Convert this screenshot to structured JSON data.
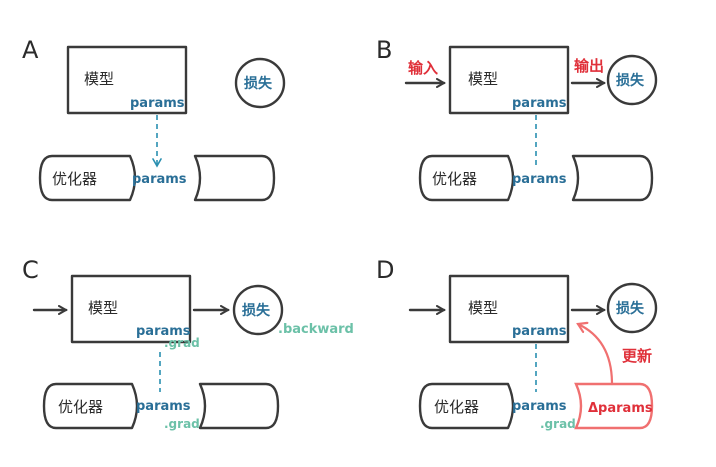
{
  "colors": {
    "ink": "#3a3a3a",
    "params_blue": "#2a6f97",
    "grad_teal": "#6cc1a8",
    "highlight_red": "#e0303a",
    "dashed_line": "#2a8fb0"
  },
  "panels": [
    {
      "letter": "A",
      "model": "模型",
      "params": "params",
      "loss": "损失",
      "optimizer": "优化器",
      "opt_params": "params"
    },
    {
      "letter": "B",
      "model": "模型",
      "params": "params",
      "loss": "损失",
      "optimizer": "优化器",
      "opt_params": "params",
      "input": "输入",
      "output": "输出"
    },
    {
      "letter": "C",
      "model": "模型",
      "params": "params",
      "grad_top": ".grad",
      "loss": "损失",
      "backward": ".backward",
      "optimizer": "优化器",
      "opt_params": "params",
      "grad_bottom": ".grad"
    },
    {
      "letter": "D",
      "model": "模型",
      "params": "params",
      "loss": "损失",
      "optimizer": "优化器",
      "opt_params": "params",
      "grad_bottom": ".grad",
      "update": "更新",
      "delta_params": "Δparams"
    }
  ]
}
